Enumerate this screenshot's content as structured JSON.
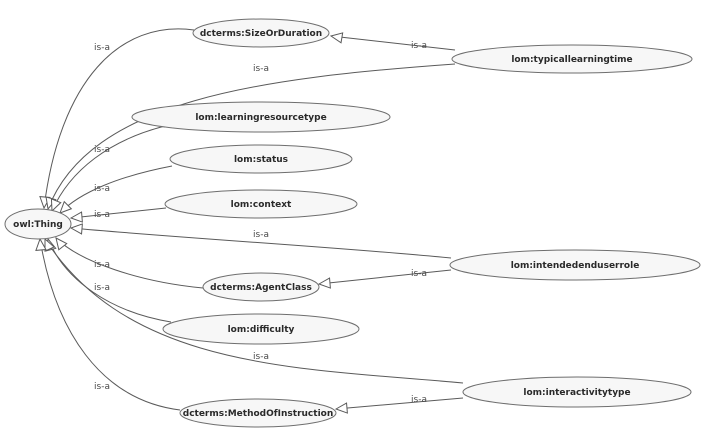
{
  "nodes": [
    {
      "id": "thing",
      "label": "owl:Thing"
    },
    {
      "id": "sizeorduration",
      "label": "dcterms:SizeOrDuration"
    },
    {
      "id": "typicallearningtime",
      "label": "lom:typicallearningtime"
    },
    {
      "id": "learningresourcetype",
      "label": "lom:learningresourcetype"
    },
    {
      "id": "status",
      "label": "lom:status"
    },
    {
      "id": "context",
      "label": "lom:context"
    },
    {
      "id": "intendedenduserrole",
      "label": "lom:intendedenduserrole"
    },
    {
      "id": "agentclass",
      "label": "dcterms:AgentClass"
    },
    {
      "id": "difficulty",
      "label": "lom:difficulty"
    },
    {
      "id": "interactivitytype",
      "label": "lom:interactivitytype"
    },
    {
      "id": "methodofinstruction",
      "label": "dcterms:MethodOfInstruction"
    }
  ],
  "edges": [
    {
      "from": "sizeorduration",
      "to": "thing",
      "label": "is-a"
    },
    {
      "from": "typicallearningtime",
      "to": "sizeorduration",
      "label": "is-a"
    },
    {
      "from": "typicallearningtime",
      "to": "thing",
      "label": "is-a"
    },
    {
      "from": "learningresourcetype",
      "to": "thing",
      "label": "is-a"
    },
    {
      "from": "status",
      "to": "thing",
      "label": "is-a"
    },
    {
      "from": "context",
      "to": "thing",
      "label": "is-a"
    },
    {
      "from": "intendedenduserrole",
      "to": "thing",
      "label": "is-a"
    },
    {
      "from": "intendedenduserrole",
      "to": "agentclass",
      "label": "is-a"
    },
    {
      "from": "agentclass",
      "to": "thing",
      "label": "is-a"
    },
    {
      "from": "difficulty",
      "to": "thing",
      "label": "is-a"
    },
    {
      "from": "interactivitytype",
      "to": "thing",
      "label": "is-a"
    },
    {
      "from": "interactivitytype",
      "to": "methodofinstruction",
      "label": "is-a"
    },
    {
      "from": "methodofinstruction",
      "to": "thing",
      "label": "is-a"
    }
  ]
}
